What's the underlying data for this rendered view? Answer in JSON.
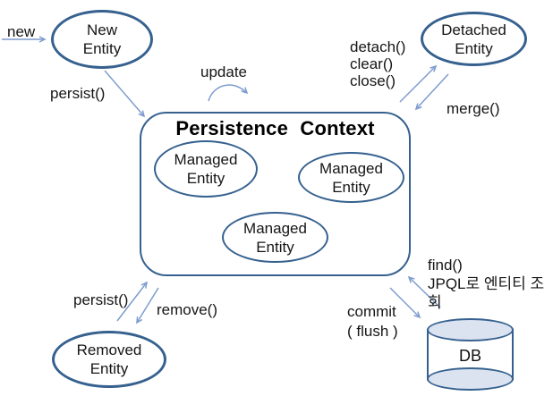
{
  "colors": {
    "node_border": "#36618f",
    "arrow": "#7d9cce",
    "cylinder_fill": "#dbe3f1",
    "text": "#151515"
  },
  "box": {
    "title": "Persistence Context"
  },
  "nodes": {
    "new_entity": {
      "label": "New\nEntity"
    },
    "detached_entity": {
      "label": "Detached\nEntity"
    },
    "managed_1": {
      "label": "Managed\nEntity"
    },
    "managed_2": {
      "label": "Managed\nEntity"
    },
    "managed_3": {
      "label": "Managed\nEntity"
    },
    "removed_entity": {
      "label": "Removed\nEntity"
    },
    "db": {
      "label": "DB"
    }
  },
  "labels": {
    "new": "new",
    "persist_top": "persist()",
    "update": "update",
    "detach_group": "detach()\nclear()\nclose()",
    "merge": "merge()",
    "persist_bottom": "persist()",
    "remove": "remove()",
    "find_group": "find()\nJPQL로 엔티티 조회",
    "commit_group": "commit\n( flush )"
  }
}
